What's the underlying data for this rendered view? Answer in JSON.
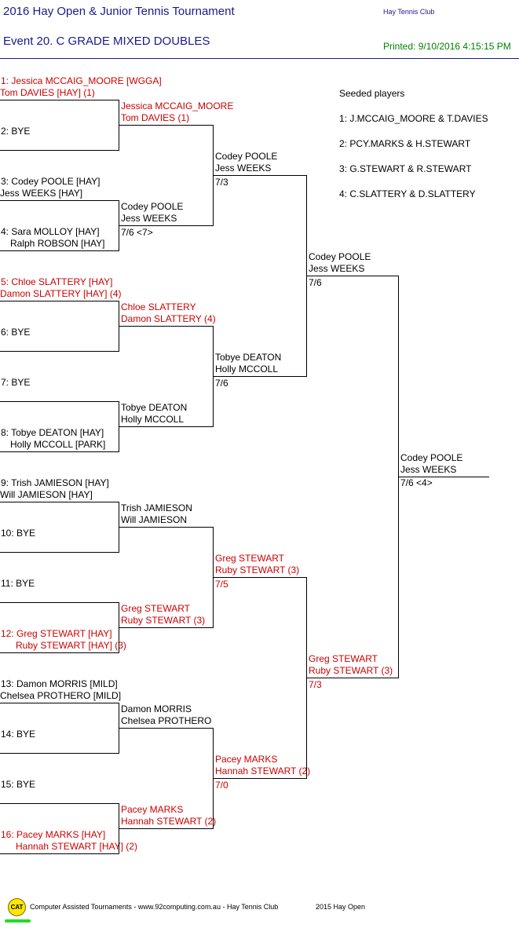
{
  "header": {
    "title": "2016 Hay Open & Junior Tennis Tournament",
    "club": "Hay Tennis Club",
    "event": "Event 20.  C GRADE MIXED DOUBLES",
    "printed": "Printed: 9/10/2016 4:15:15 PM"
  },
  "seeded": {
    "heading": "Seeded players",
    "list": [
      "1: J.MCCAIG_MOORE & T.DAVIES",
      "2: PCY.MARKS & H.STEWART",
      "3: G.STEWART & R.STEWART",
      "4: C.SLATTERY & D.SLATTERY"
    ]
  },
  "round1": [
    {
      "l1": "1: Jessica MCCAIG_MOORE [WGGA]",
      "l2": "Tom DAVIES [HAY] (1)",
      "seed": true
    },
    {
      "l1": "2: BYE",
      "l2": "",
      "seed": false
    },
    {
      "l1": "3: Codey POOLE [HAY]",
      "l2": "Jess WEEKS [HAY]",
      "seed": false
    },
    {
      "l1": "4: Sara MOLLOY [HAY]",
      "l2": "Ralph ROBSON [HAY]",
      "seed": false
    },
    {
      "l1": "5: Chloe SLATTERY [HAY]",
      "l2": "Damon SLATTERY [HAY] (4)",
      "seed": true
    },
    {
      "l1": "6: BYE",
      "l2": "",
      "seed": false
    },
    {
      "l1": "7: BYE",
      "l2": "",
      "seed": false
    },
    {
      "l1": "8: Tobye DEATON [HAY]",
      "l2": "Holly MCCOLL [PARK]",
      "seed": false
    },
    {
      "l1": "9: Trish JAMIESON [HAY]",
      "l2": "Will JAMIESON [HAY]",
      "seed": false
    },
    {
      "l1": "10: BYE",
      "l2": "",
      "seed": false
    },
    {
      "l1": "11: BYE",
      "l2": "",
      "seed": false
    },
    {
      "l1": "12: Greg STEWART [HAY]",
      "l2": "Ruby STEWART [HAY] (3)",
      "seed": true
    },
    {
      "l1": "13: Damon MORRIS [MILD]",
      "l2": "Chelsea PROTHERO [MILD]",
      "seed": false
    },
    {
      "l1": "14: BYE",
      "l2": "",
      "seed": false
    },
    {
      "l1": "15: BYE",
      "l2": "",
      "seed": false
    },
    {
      "l1": "16: Pacey MARKS [HAY]",
      "l2": "Hannah STEWART [HAY] (2)",
      "seed": true
    }
  ],
  "round2": [
    {
      "l1": "Jessica MCCAIG_MOORE",
      "l2": "Tom DAVIES (1)",
      "score": "",
      "seed": true
    },
    {
      "l1": "Codey POOLE",
      "l2": "Jess WEEKS",
      "score": "7/6 <7>",
      "seed": false
    },
    {
      "l1": "Chloe SLATTERY",
      "l2": "Damon SLATTERY (4)",
      "score": "",
      "seed": true
    },
    {
      "l1": "Tobye DEATON",
      "l2": "Holly MCCOLL",
      "score": "",
      "seed": false
    },
    {
      "l1": "Trish JAMIESON",
      "l2": "Will JAMIESON",
      "score": "",
      "seed": false
    },
    {
      "l1": "Greg STEWART",
      "l2": "Ruby STEWART (3)",
      "score": "",
      "seed": true
    },
    {
      "l1": "Damon MORRIS",
      "l2": "Chelsea PROTHERO",
      "score": "",
      "seed": false
    },
    {
      "l1": "Pacey MARKS",
      "l2": "Hannah STEWART (2)",
      "score": "",
      "seed": true
    }
  ],
  "round3": [
    {
      "l1": "Codey POOLE",
      "l2": "Jess WEEKS",
      "score": "7/3",
      "seed": false
    },
    {
      "l1": "Tobye DEATON",
      "l2": "Holly MCCOLL",
      "score": "7/6",
      "seed": false
    },
    {
      "l1": "Greg STEWART",
      "l2": "Ruby STEWART (3)",
      "score": "7/5",
      "seed": true
    },
    {
      "l1": "Pacey MARKS",
      "l2": "Hannah STEWART (2)",
      "score": "7/0",
      "seed": true
    }
  ],
  "round4": [
    {
      "l1": "Codey POOLE",
      "l2": "Jess WEEKS",
      "score": "7/6",
      "seed": false
    },
    {
      "l1": "Greg STEWART",
      "l2": "Ruby STEWART (3)",
      "score": "7/3",
      "seed": true
    }
  ],
  "final": {
    "l1": "Codey POOLE",
    "l2": "Jess WEEKS",
    "score": "7/6 <4>",
    "seed": false
  },
  "footer": {
    "logo": "CAT",
    "text": "Computer Assisted Tournaments - www.92computing.com.au -  Hay Tennis Club",
    "tournament": "2015 Hay Open"
  }
}
